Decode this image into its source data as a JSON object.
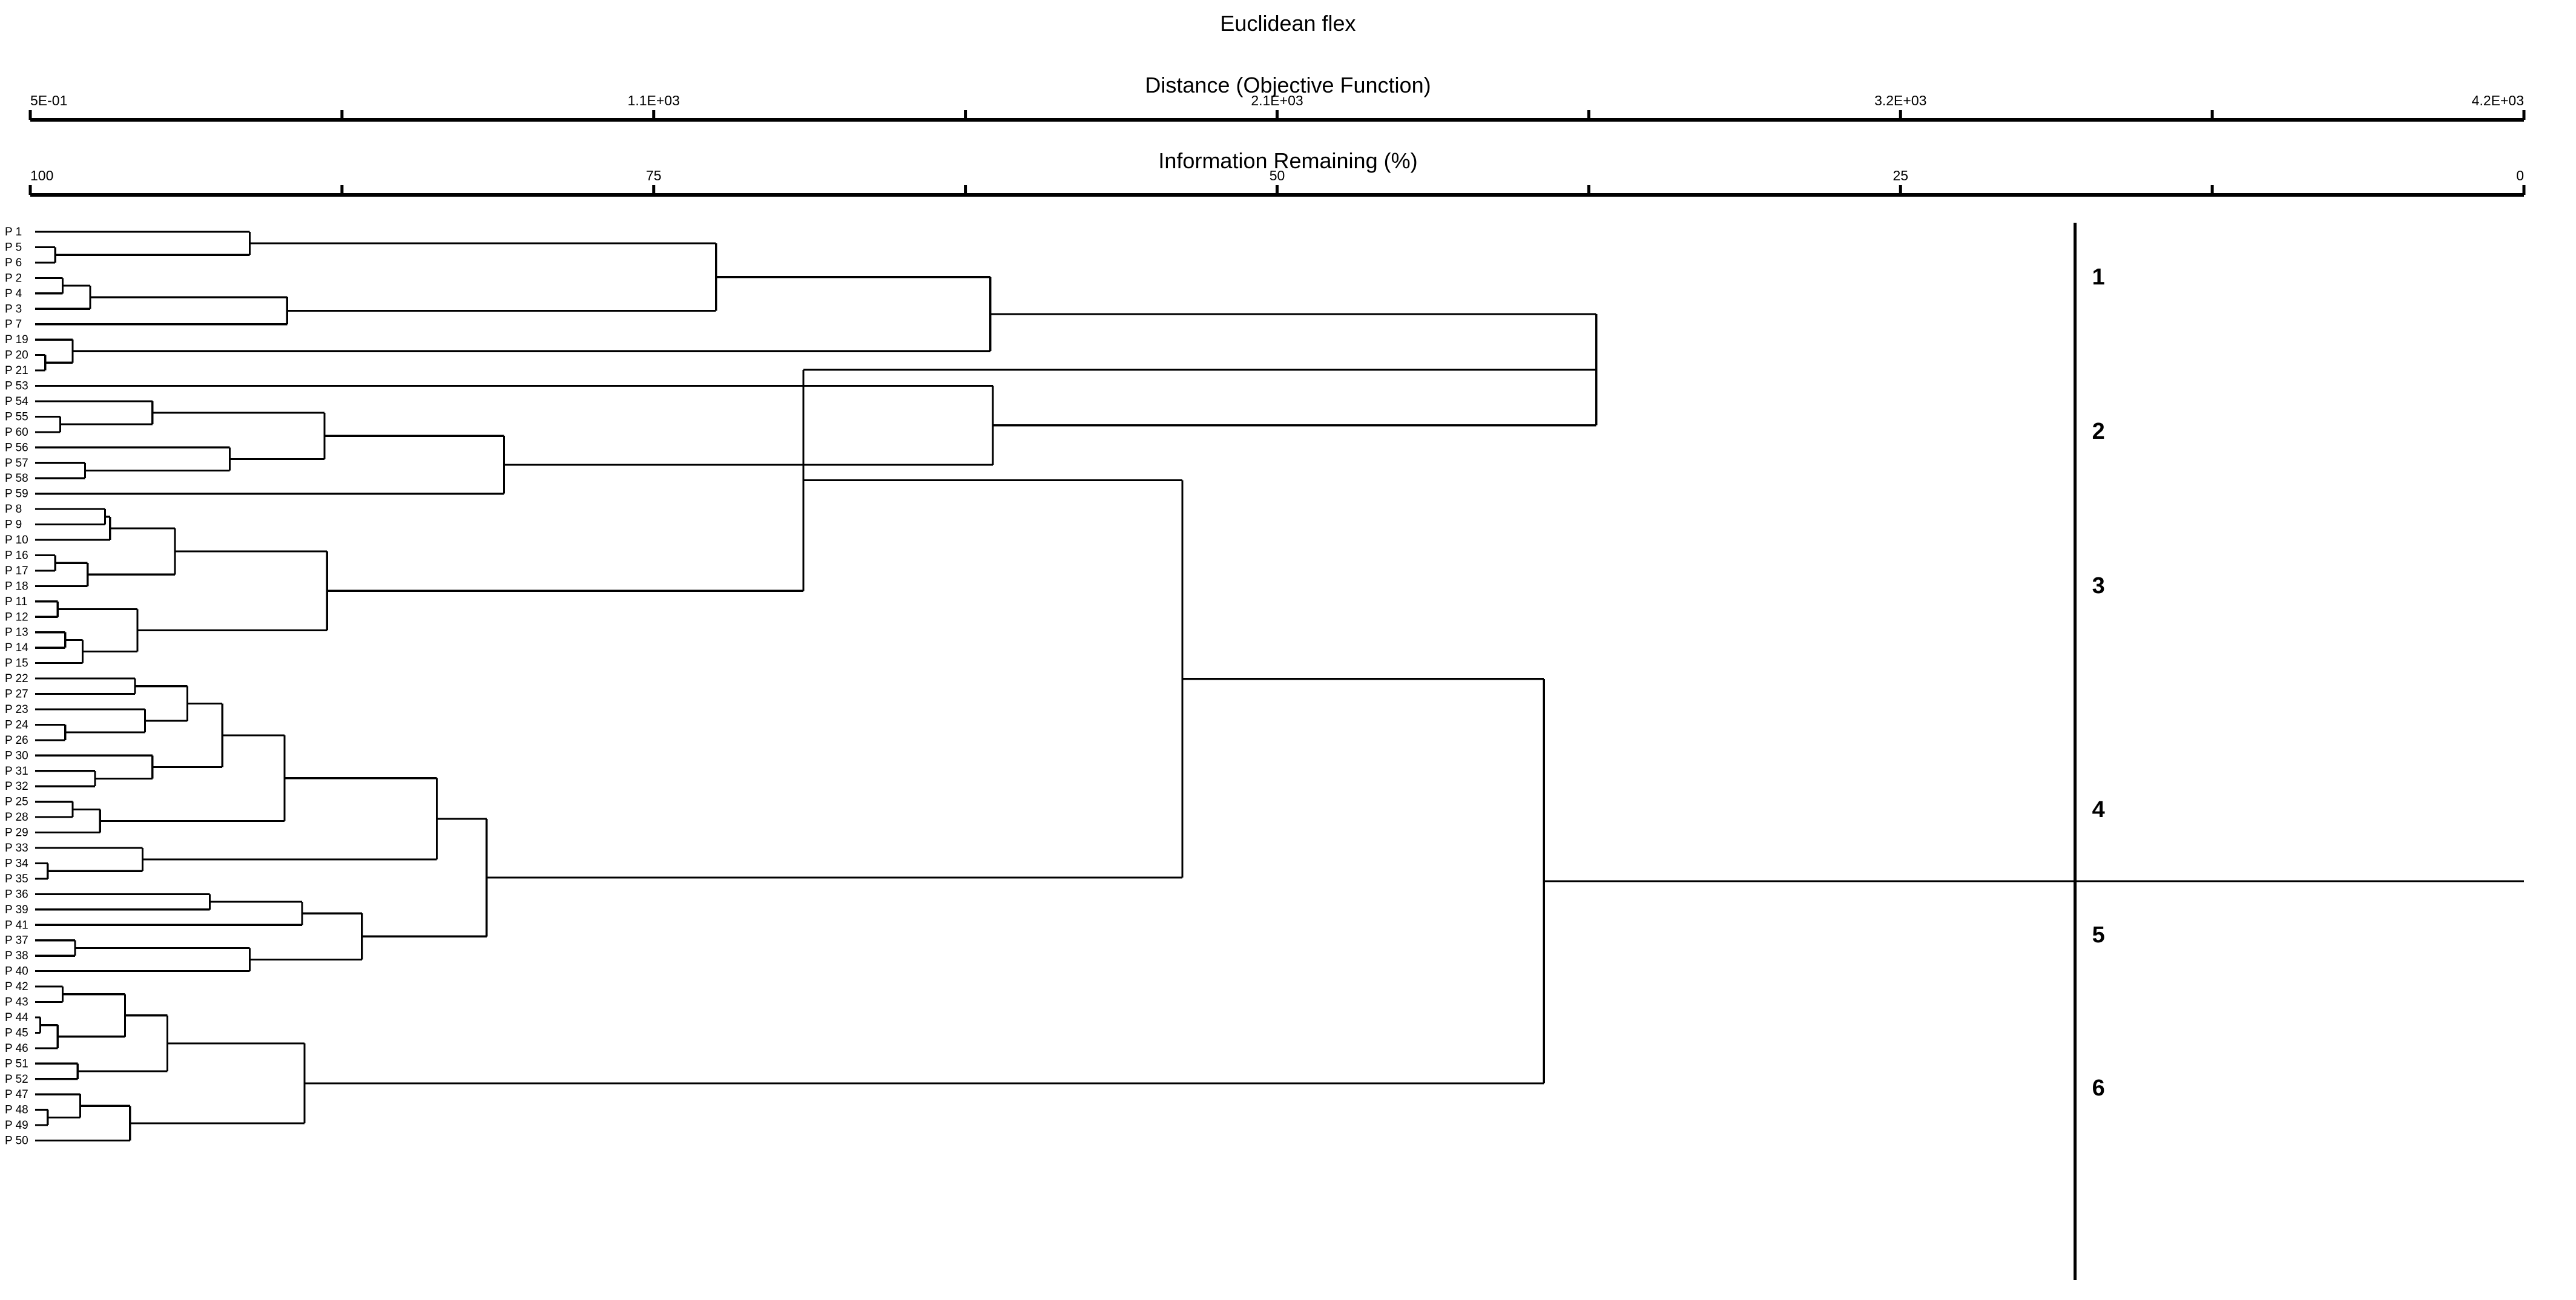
{
  "chart_title": "Euclidean flex",
  "axes": {
    "top": {
      "label": "Distance (Objective Function)",
      "ticks": [
        "5E-01",
        "1.1E+03",
        "2.1E+03",
        "3.2E+03",
        "4.2E+03"
      ],
      "tick_positions": [
        0,
        0.25,
        0.5,
        0.75,
        1.0
      ],
      "minor_ticks": [
        0.125,
        0.375,
        0.625,
        0.875
      ]
    },
    "bottom": {
      "label": "Information Remaining (%)",
      "ticks": [
        "100",
        "75",
        "50",
        "25",
        "0"
      ],
      "tick_positions": [
        0,
        0.25,
        0.5,
        0.75,
        1.0
      ],
      "minor_ticks": [
        0.125,
        0.375,
        0.625,
        0.875
      ]
    }
  },
  "group_labels": [
    "1",
    "2",
    "3",
    "4",
    "5",
    "6"
  ],
  "chart_data": {
    "type": "dendrogram",
    "title": "Euclidean flex",
    "xlabel": "Distance (Objective Function)",
    "xlabel2": "Information Remaining (%)",
    "grid": false,
    "legend": "none",
    "xlim_distance": [
      500,
      4200
    ],
    "xlim_information_remaining": [
      100,
      0
    ],
    "n_leaves": 60,
    "n_groups": 6,
    "cut_line_information_remaining": 18,
    "leaves": [
      "P 1",
      "P 5",
      "P 6",
      "P 2",
      "P 4",
      "P 3",
      "P 7",
      "P 19",
      "P 20",
      "P 21",
      "P 53",
      "P 54",
      "P 55",
      "P 60",
      "P 56",
      "P 57",
      "P 58",
      "P 59",
      "P 8",
      "P 9",
      "P 10",
      "P 16",
      "P 17",
      "P 18",
      "P 11",
      "P 12",
      "P 13",
      "P 14",
      "P 15",
      "P 22",
      "P 27",
      "P 23",
      "P 24",
      "P 26",
      "P 30",
      "P 31",
      "P 32",
      "P 25",
      "P 28",
      "P 29",
      "P 33",
      "P 34",
      "P 35",
      "P 36",
      "P 39",
      "P 41",
      "P 37",
      "P 38",
      "P 40",
      "P 42",
      "P 43",
      "P 44",
      "P 45",
      "P 46",
      "P 51",
      "P 52",
      "P 47",
      "P 48",
      "P 49",
      "P 50"
    ],
    "groups": [
      {
        "id": "1",
        "members": [
          "P 1",
          "P 5",
          "P 6",
          "P 2",
          "P 4",
          "P 3",
          "P 7",
          "P 19",
          "P 20",
          "P 21"
        ]
      },
      {
        "id": "2",
        "members": [
          "P 53",
          "P 54",
          "P 55",
          "P 60",
          "P 56",
          "P 57",
          "P 58",
          "P 59"
        ]
      },
      {
        "id": "3",
        "members": [
          "P 8",
          "P 9",
          "P 10",
          "P 16",
          "P 17",
          "P 18",
          "P 11",
          "P 12",
          "P 13",
          "P 14",
          "P 15"
        ]
      },
      {
        "id": "4",
        "members": [
          "P 22",
          "P 27",
          "P 23",
          "P 24",
          "P 26",
          "P 30",
          "P 31",
          "P 32",
          "P 25",
          "P 28",
          "P 29",
          "P 33",
          "P 34",
          "P 35"
        ]
      },
      {
        "id": "5",
        "members": [
          "P 36",
          "P 39",
          "P 41",
          "P 37",
          "P 38",
          "P 40"
        ]
      },
      {
        "id": "6",
        "members": [
          "P 42",
          "P 43",
          "P 44",
          "P 45",
          "P 46",
          "P 51",
          "P 52",
          "P 47",
          "P 48",
          "P 49",
          "P 50"
        ]
      }
    ],
    "merges": [
      {
        "children": [
          "P 5",
          "P 6"
        ],
        "x": 0.01
      },
      {
        "children": [
          "P 1",
          "n0"
        ],
        "x": 0.088
      },
      {
        "children": [
          "P 2",
          "P 4"
        ],
        "x": 0.013
      },
      {
        "children": [
          "n2",
          "P 3"
        ],
        "x": 0.024
      },
      {
        "children": [
          "n3",
          "P 7"
        ],
        "x": 0.103
      },
      {
        "children": [
          "n1",
          "n4"
        ],
        "x": 0.275
      },
      {
        "children": [
          "P 20",
          "P 21"
        ],
        "x": 0.006
      },
      {
        "children": [
          "P 19",
          "n6"
        ],
        "x": 0.017
      },
      {
        "children": [
          "n5",
          "n7"
        ],
        "x": 0.385
      },
      {
        "children": [
          "P 55",
          "P 60"
        ],
        "x": 0.012
      },
      {
        "children": [
          "P 54",
          "n9"
        ],
        "x": 0.049
      },
      {
        "children": [
          "P 57",
          "P 58"
        ],
        "x": 0.022
      },
      {
        "children": [
          "P 56",
          "n11"
        ],
        "x": 0.08
      },
      {
        "children": [
          "n10",
          "n12"
        ],
        "x": 0.118
      },
      {
        "children": [
          "n13",
          "P 59"
        ],
        "x": 0.19
      },
      {
        "children": [
          "P 53",
          "n14"
        ],
        "x": 0.386
      },
      {
        "children": [
          "g1",
          "g2"
        ],
        "x": 0.628
      },
      {
        "children": [
          "P 8",
          "P 9"
        ],
        "x": 0.03
      },
      {
        "children": [
          "n17",
          "P 10"
        ],
        "x": 0.032
      },
      {
        "children": [
          "P 16",
          "P 17"
        ],
        "x": 0.01
      },
      {
        "children": [
          "n19",
          "P 18"
        ],
        "x": 0.023
      },
      {
        "children": [
          "n18",
          "n20"
        ],
        "x": 0.058
      },
      {
        "children": [
          "P 11",
          "P 12"
        ],
        "x": 0.011
      },
      {
        "children": [
          "P 13",
          "P 14"
        ],
        "x": 0.014
      },
      {
        "children": [
          "n23",
          "P 15"
        ],
        "x": 0.021
      },
      {
        "children": [
          "n22",
          "n24"
        ],
        "x": 0.043
      },
      {
        "children": [
          "n21",
          "n25"
        ],
        "x": 0.119
      },
      {
        "children": [
          "n26",
          "root12"
        ],
        "x": 0.31
      },
      {
        "children": [
          "P 22",
          "P 27"
        ],
        "x": 0.042
      },
      {
        "children": [
          "P 24",
          "P 26"
        ],
        "x": 0.014
      },
      {
        "children": [
          "P 23",
          "n29"
        ],
        "x": 0.046
      },
      {
        "children": [
          "n28",
          "n30"
        ],
        "x": 0.063
      },
      {
        "children": [
          "P 31",
          "P 32"
        ],
        "x": 0.026
      },
      {
        "children": [
          "P 30",
          "n32"
        ],
        "x": 0.049
      },
      {
        "children": [
          "n31",
          "n33"
        ],
        "x": 0.077
      },
      {
        "children": [
          "P 25",
          "P 28"
        ],
        "x": 0.017
      },
      {
        "children": [
          "n35",
          "P 29"
        ],
        "x": 0.028
      },
      {
        "children": [
          "n34",
          "n36"
        ],
        "x": 0.102
      },
      {
        "children": [
          "P 34",
          "P 35"
        ],
        "x": 0.007
      },
      {
        "children": [
          "P 33",
          "n38"
        ],
        "x": 0.045
      },
      {
        "children": [
          "n37",
          "n39"
        ],
        "x": 0.163
      },
      {
        "children": [
          "P 36",
          "P 39"
        ],
        "x": 0.072
      },
      {
        "children": [
          "n41",
          "P 41"
        ],
        "x": 0.109
      },
      {
        "children": [
          "P 37",
          "P 38"
        ],
        "x": 0.018
      },
      {
        "children": [
          "n43",
          "P 40"
        ],
        "x": 0.088
      },
      {
        "children": [
          "n42",
          "n44"
        ],
        "x": 0.133
      },
      {
        "children": [
          "n40",
          "n45"
        ],
        "x": 0.183
      },
      {
        "children": [
          "root123",
          "n46"
        ],
        "x": 0.462
      },
      {
        "children": [
          "P 42",
          "P 43"
        ],
        "x": 0.013
      },
      {
        "children": [
          "P 44",
          "P 45"
        ],
        "x": 0.004
      },
      {
        "children": [
          "n49",
          "P 46"
        ],
        "x": 0.011
      },
      {
        "children": [
          "n48",
          "n50"
        ],
        "x": 0.038
      },
      {
        "children": [
          "P 51",
          "P 52"
        ],
        "x": 0.019
      },
      {
        "children": [
          "n51",
          "n52"
        ],
        "x": 0.055
      },
      {
        "children": [
          "P 48",
          "P 49"
        ],
        "x": 0.007
      },
      {
        "children": [
          "P 47",
          "n54"
        ],
        "x": 0.02
      },
      {
        "children": [
          "n55",
          "P 50"
        ],
        "x": 0.04
      },
      {
        "children": [
          "n53",
          "n56"
        ],
        "x": 0.11
      },
      {
        "children": [
          "rootA",
          "g6"
        ],
        "x": 0.607
      }
    ]
  }
}
